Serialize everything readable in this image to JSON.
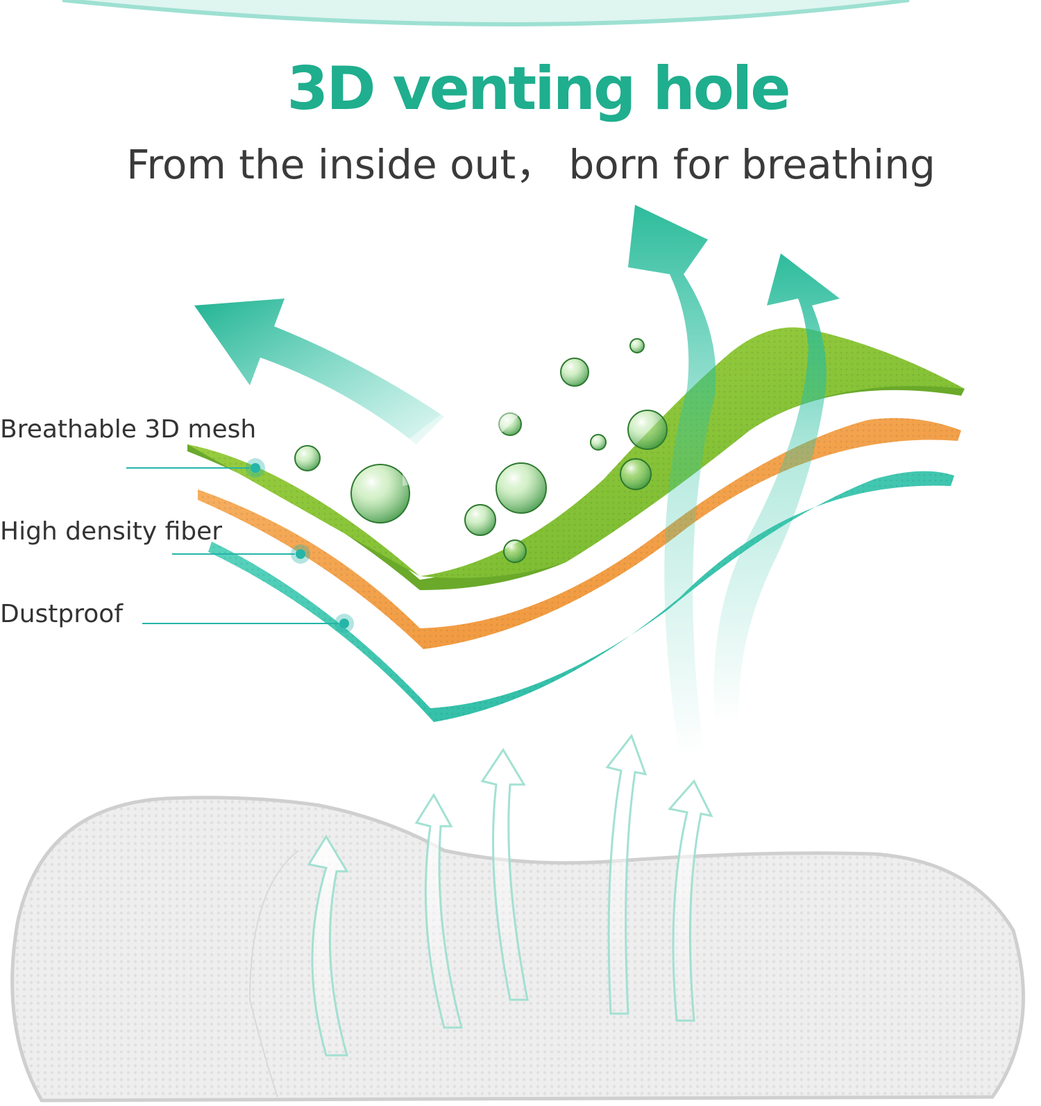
{
  "header": {
    "title": "3D venting hole",
    "subtitle": "From the inside out， born for breathing"
  },
  "layers": [
    {
      "label": "Breathable 3D mesh",
      "color": "#8bc53f"
    },
    {
      "label": "High density fiber",
      "color": "#f0a24a"
    },
    {
      "label": "Dustproof",
      "color": "#3ec9b0"
    }
  ],
  "colors": {
    "accent": "#1fae8e",
    "arrow": "#2fc3a4",
    "marker": "#25b5a9",
    "pillow": "#ececec"
  },
  "icons": [
    "up-arrow-icon",
    "water-drop-icon"
  ]
}
